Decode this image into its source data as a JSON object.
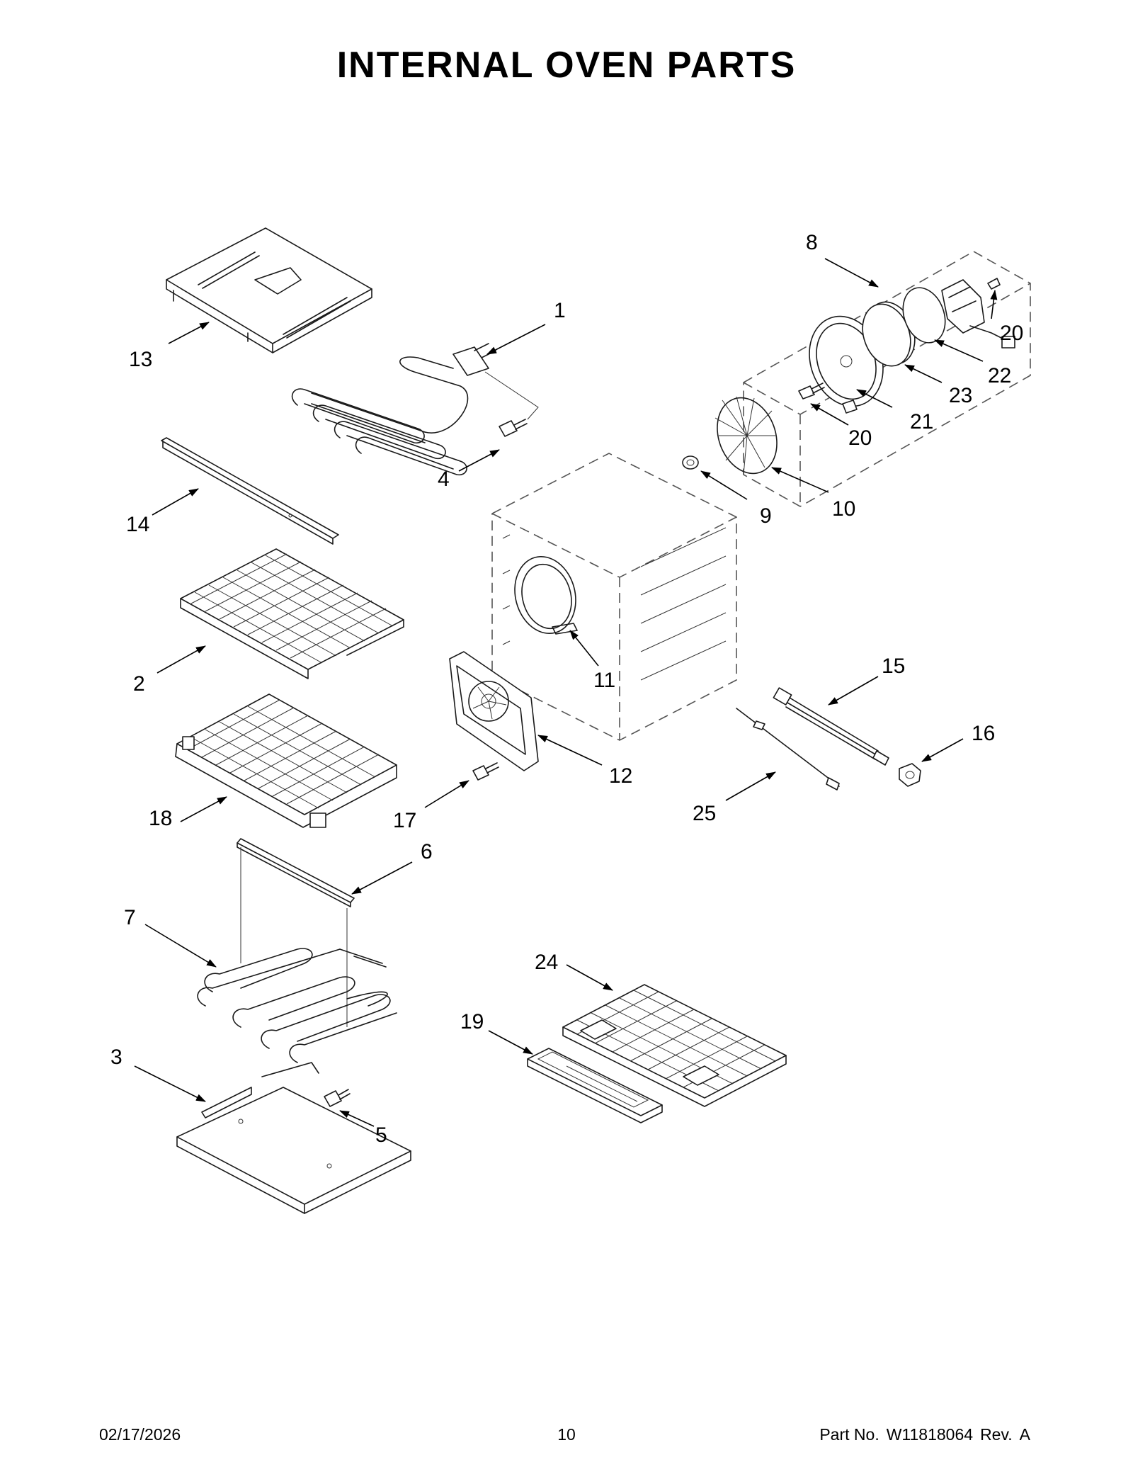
{
  "title": "INTERNAL OVEN PARTS",
  "callouts": {
    "c1": "1",
    "c2": "2",
    "c3": "3",
    "c4": "4",
    "c5": "5",
    "c6": "6",
    "c7": "7",
    "c8": "8",
    "c9": "9",
    "c10": "10",
    "c11": "11",
    "c12": "12",
    "c13": "13",
    "c14": "14",
    "c15": "15",
    "c16": "16",
    "c17": "17",
    "c18": "18",
    "c19": "19",
    "c20a": "20",
    "c20b": "20",
    "c21": "21",
    "c22": "22",
    "c23": "23",
    "c24": "24",
    "c25": "25"
  },
  "footer": {
    "date": "02/17/2026",
    "page_number": "10",
    "part_label": "Part No.",
    "part_number": "W11818064",
    "rev_label": "Rev.",
    "rev": "A"
  }
}
